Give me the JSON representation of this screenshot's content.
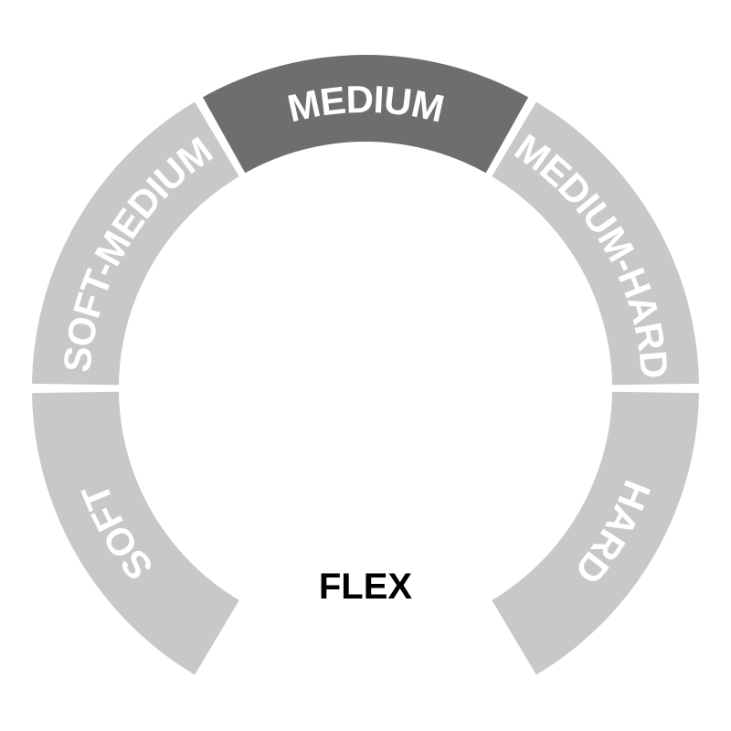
{
  "title": "FLEX",
  "segments": [
    {
      "label": "SOFT",
      "color": "#c8c8c8",
      "active": false
    },
    {
      "label": "SOFT-MEDIUM",
      "color": "#c8c8c8",
      "active": false
    },
    {
      "label": "MEDIUM",
      "color": "#6e6e6e",
      "active": true
    },
    {
      "label": "MEDIUM-HARD",
      "color": "#c8c8c8",
      "active": false
    },
    {
      "label": "HARD",
      "color": "#c8c8c8",
      "active": false
    }
  ]
}
